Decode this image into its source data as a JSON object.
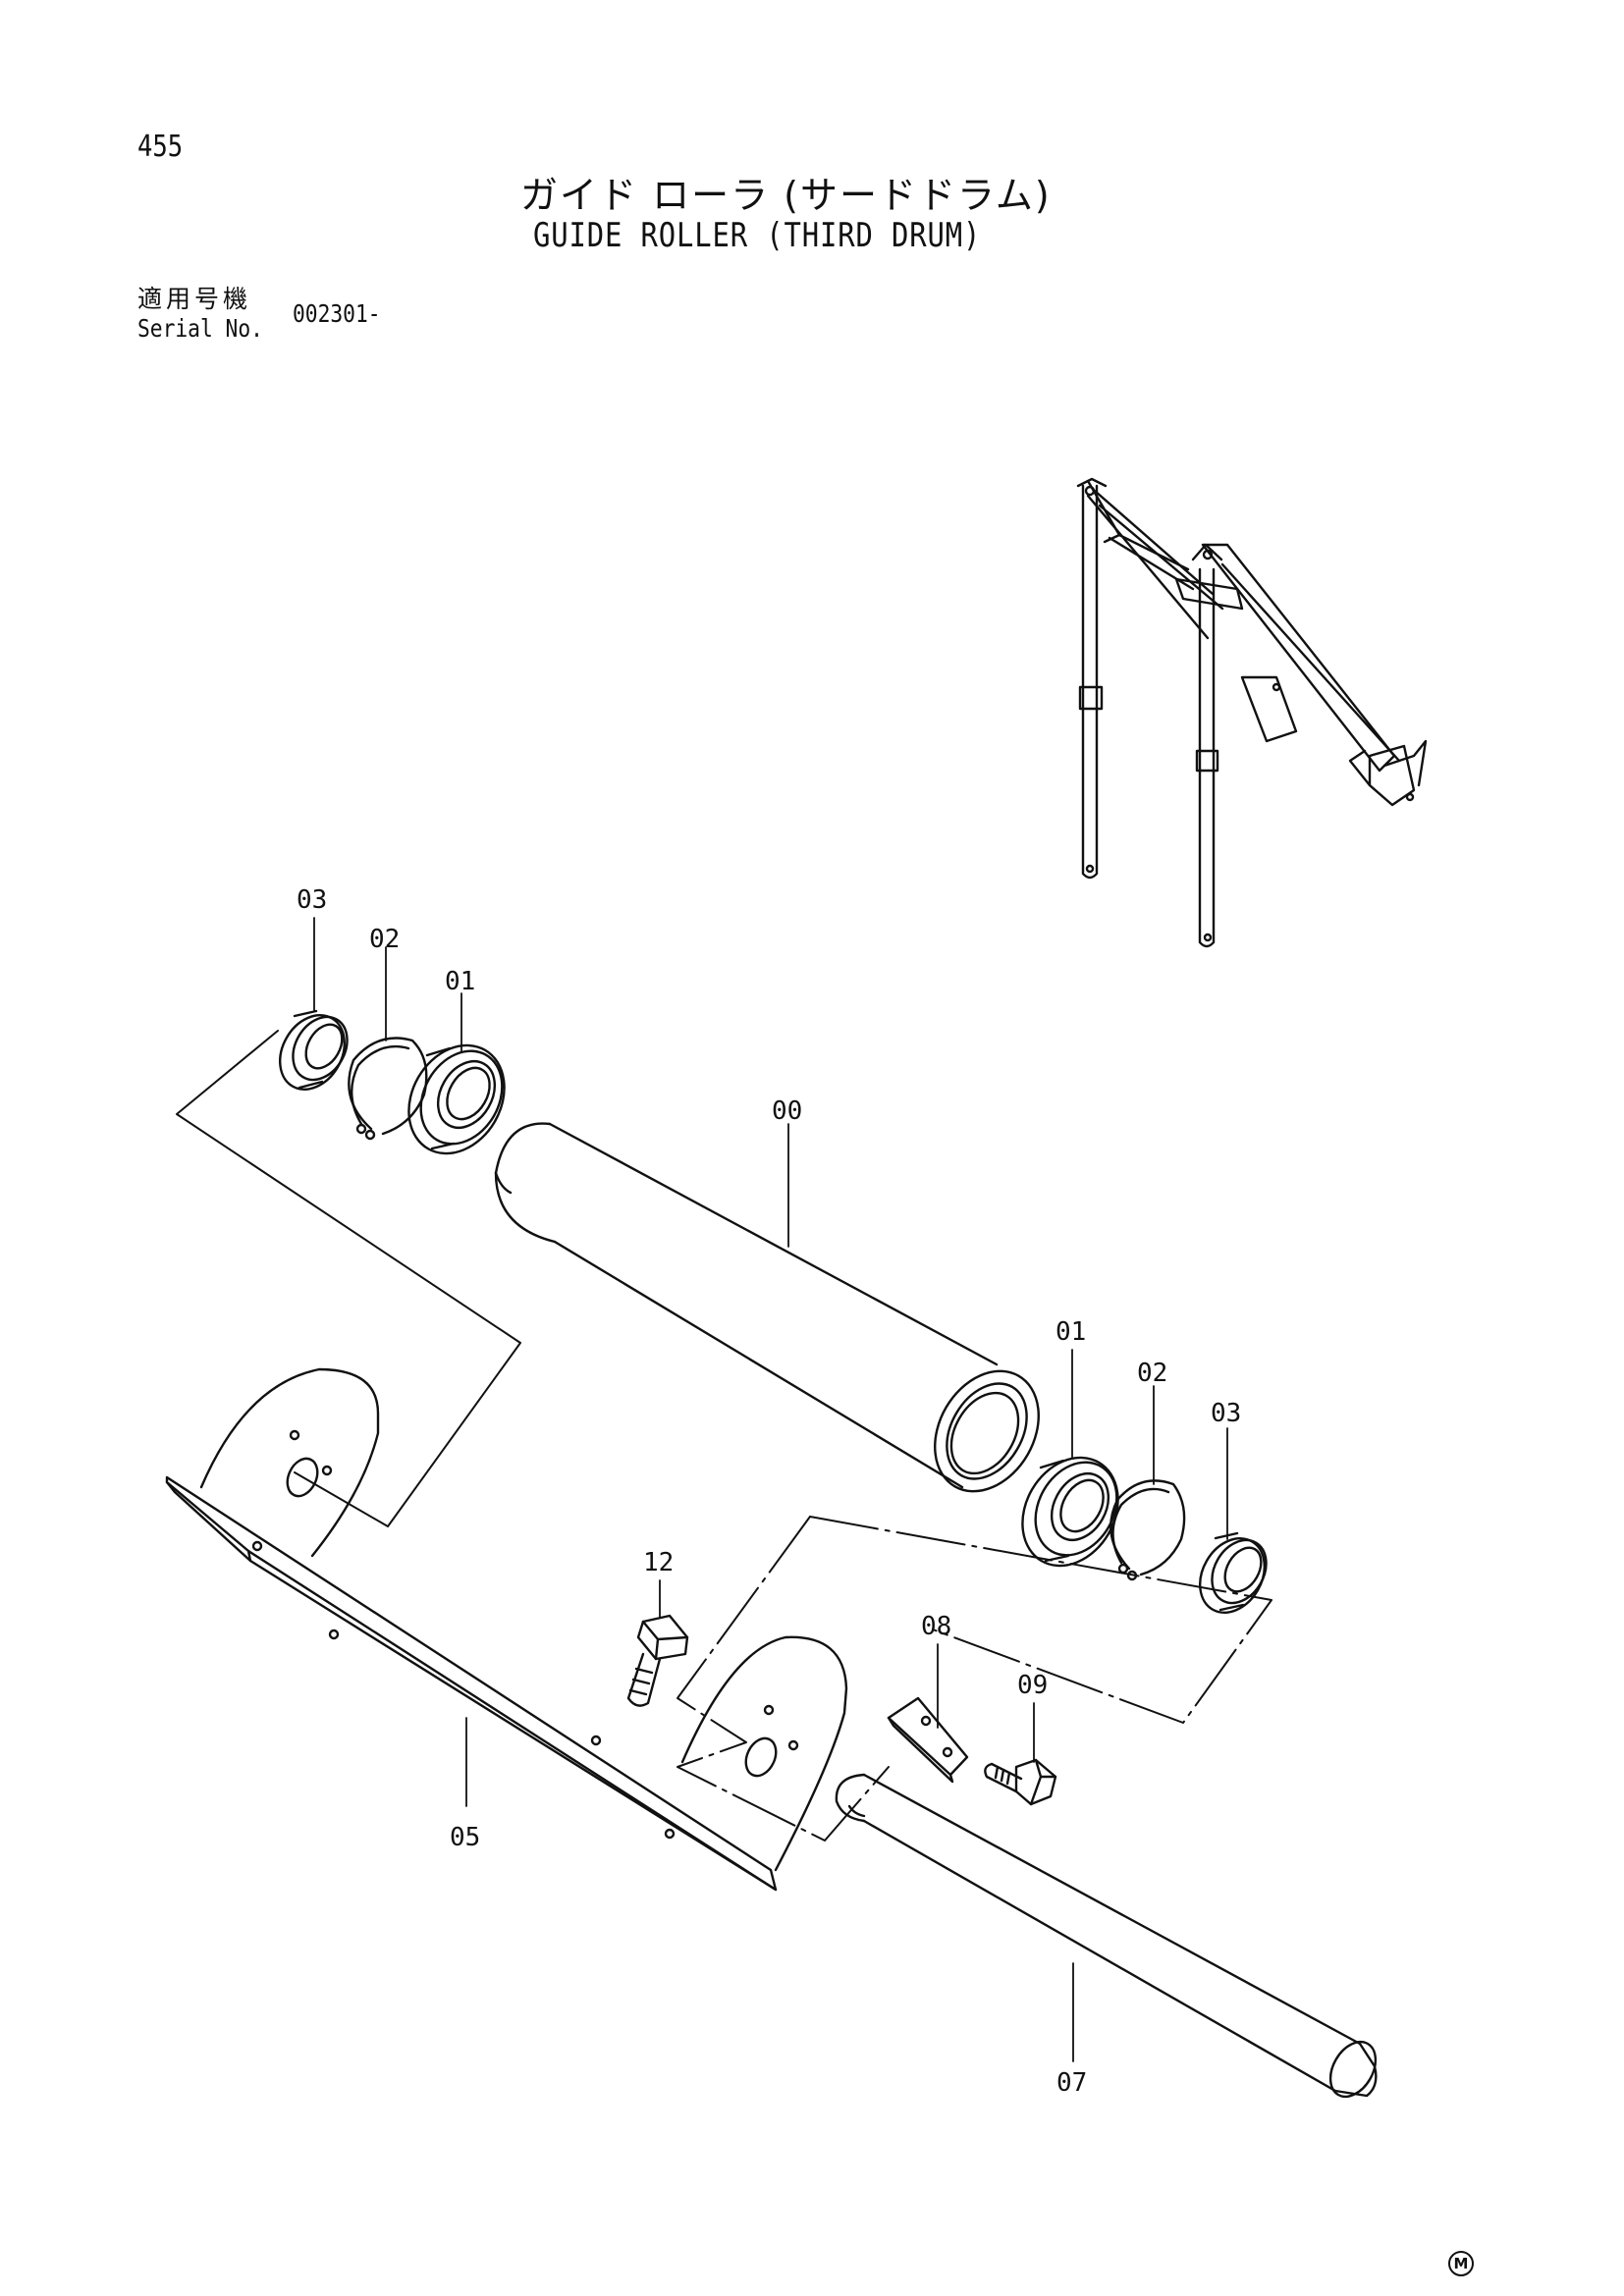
{
  "page_number": "455",
  "title_jp": "ガイド ローラ (サードドラム)",
  "title_en": "GUIDE ROLLER (THIRD DRUM)",
  "serial_label_jp": "適用号機",
  "serial_label_en": "Serial No.",
  "serial_value": "002301-",
  "brand_mark": "M",
  "parts": {
    "p00": "00",
    "p01a": "01",
    "p02a": "02",
    "p03a": "03",
    "p01b": "01",
    "p02b": "02",
    "p03b": "03",
    "p05": "05",
    "p07": "07",
    "p08": "08",
    "p09": "09",
    "p12": "12"
  },
  "colors": {
    "ink": "#111111",
    "paper": "#ffffff"
  }
}
